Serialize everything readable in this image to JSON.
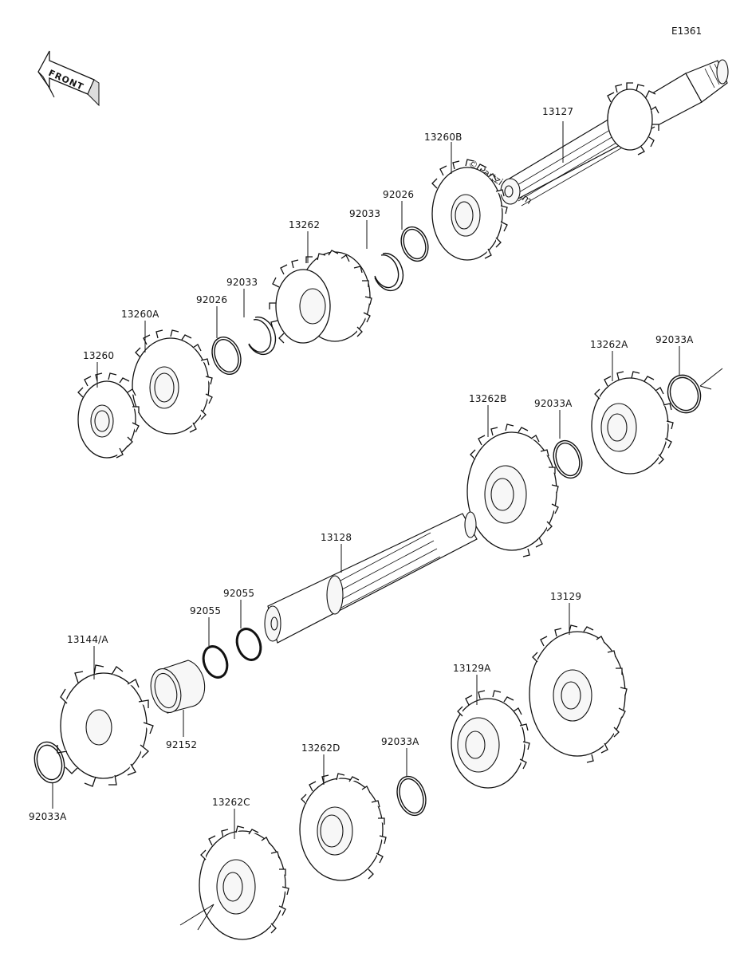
{
  "diagram": {
    "id": "E1361",
    "front_label": "FRONT",
    "watermark": "© Partzilla.com",
    "copyright_line1": "",
    "copyright_line2": ""
  },
  "parts": [
    {
      "number": "13127"
    },
    {
      "number": "13260B"
    },
    {
      "number": "92026"
    },
    {
      "number": "92033"
    },
    {
      "number": "13262"
    },
    {
      "number": "92033"
    },
    {
      "number": "92026"
    },
    {
      "number": "13260A"
    },
    {
      "number": "13260"
    },
    {
      "number": "13262A"
    },
    {
      "number": "92033A"
    },
    {
      "number": "13262B"
    },
    {
      "number": "92033A"
    },
    {
      "number": "13128"
    },
    {
      "number": "92055"
    },
    {
      "number": "92055"
    },
    {
      "number": "13144/A"
    },
    {
      "number": "92152"
    },
    {
      "number": "92033A"
    },
    {
      "number": "13129"
    },
    {
      "number": "13129A"
    },
    {
      "number": "92033A"
    },
    {
      "number": "13262D"
    },
    {
      "number": "13262C"
    }
  ]
}
